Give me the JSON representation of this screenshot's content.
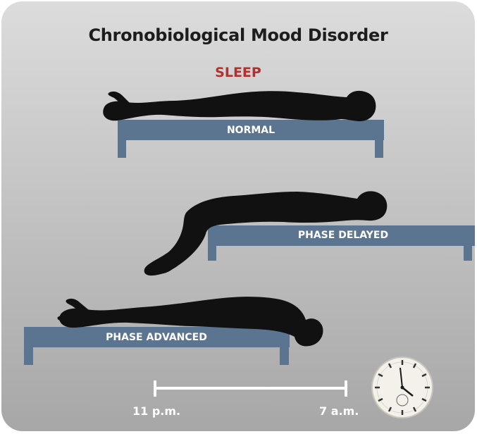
{
  "title": "Chronobiological Mood Disorder",
  "subtitle": "SLEEP",
  "beds": {
    "normal": "NORMAL",
    "delayed": "PHASE DELAYED",
    "advanced": "PHASE ADVANCED"
  },
  "timeline": {
    "start": "11 p.m.",
    "end": "7 a.m."
  },
  "colors": {
    "bed": "#5b7591",
    "silhouette": "#111111",
    "subtitle": "#b2302d"
  },
  "icons": [
    "clock-icon"
  ]
}
